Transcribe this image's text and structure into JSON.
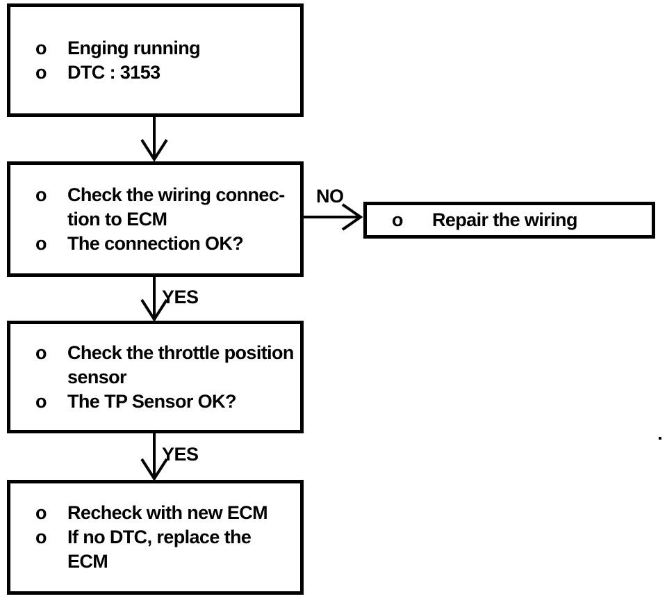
{
  "diagram": {
    "title_hint": "DTC 3153 troubleshooting flowchart",
    "bullet": "o",
    "colors": {
      "ink": "#000000",
      "paper": "#ffffff"
    },
    "boxes": [
      {
        "id": "start",
        "items": [
          {
            "text": "Enging running"
          },
          {
            "text": "DTC : 3153"
          }
        ]
      },
      {
        "id": "check-wiring",
        "items": [
          {
            "text": "Check the wiring connec-\ntion to ECM"
          },
          {
            "text": "The connection OK?"
          }
        ]
      },
      {
        "id": "repair-wiring",
        "items": [
          {
            "text": "Repair the wiring"
          }
        ]
      },
      {
        "id": "check-tp-sensor",
        "items": [
          {
            "text": "Check the throttle position\nsensor"
          },
          {
            "text": "The TP Sensor OK?"
          }
        ]
      },
      {
        "id": "recheck-ecm",
        "items": [
          {
            "text": "Recheck with new ECM"
          },
          {
            "text": "If no DTC, replace the\nECM"
          }
        ]
      }
    ],
    "edge_labels": [
      {
        "id": "no",
        "text": "NO"
      },
      {
        "id": "yes1",
        "text": "YES"
      },
      {
        "id": "yes2",
        "text": "YES"
      }
    ]
  }
}
